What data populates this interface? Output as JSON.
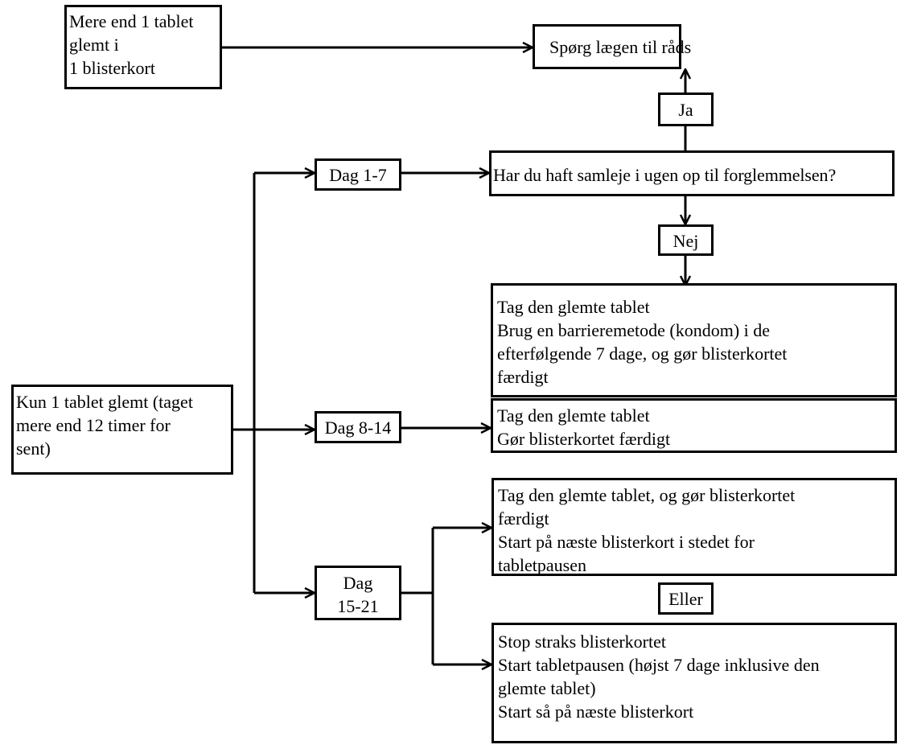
{
  "nodes": {
    "more_than_one": {
      "lines": [
        "Mere end 1 tablet",
        "glemt i",
        "1 blisterkort"
      ]
    },
    "ask_doctor": {
      "lines": [
        "Spørg lægen til råds"
      ]
    },
    "ja": {
      "lines": [
        "Ja"
      ]
    },
    "dag_1_7": {
      "lines": [
        "Dag 1-7"
      ]
    },
    "question": {
      "lines": [
        "Har du haft samleje i ugen op til forglemmelsen?"
      ]
    },
    "nej": {
      "lines": [
        "Nej"
      ]
    },
    "action_1_7": {
      "lines": [
        "Tag den glemte tablet",
        "Brug en barrieremetode (kondom) i de",
        "efterfølgende 7 dage, og gør blisterkortet",
        "færdigt"
      ]
    },
    "only_one": {
      "lines": [
        "Kun 1 tablet glemt (taget",
        "mere end 12 timer for",
        "sent)"
      ]
    },
    "dag_8_14": {
      "lines": [
        "Dag 8-14"
      ]
    },
    "action_8_14": {
      "lines": [
        "Tag den glemte tablet",
        "Gør blisterkortet færdigt"
      ]
    },
    "dag_15_21": {
      "lines": [
        "Dag",
        "15-21"
      ]
    },
    "action_15_21_a": {
      "lines": [
        "Tag den glemte tablet, og gør blisterkortet",
        "færdigt",
        "Start på næste blisterkort i stedet for",
        "tabletpausen"
      ]
    },
    "eller": {
      "lines": [
        "Eller"
      ]
    },
    "action_15_21_b": {
      "lines": [
        "Stop straks blisterkortet",
        "Start tabletpausen (højst 7 dage inklusive den",
        "glemte tablet)",
        "Start så på næste blisterkort"
      ]
    }
  },
  "colors": {
    "stroke": "#000000",
    "background": "#ffffff"
  }
}
